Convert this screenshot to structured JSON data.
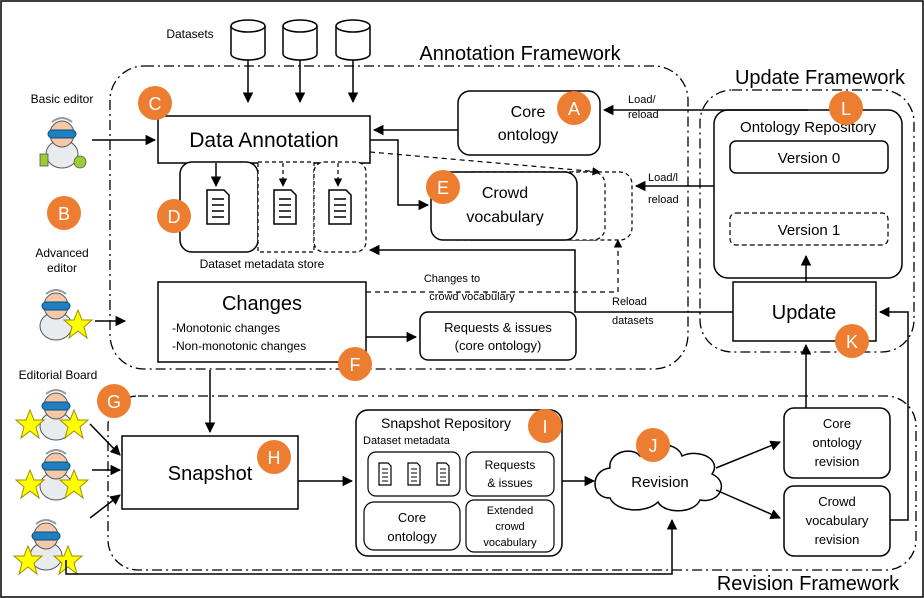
{
  "frameworks": {
    "annotation": "Annotation Framework",
    "update": "Update Framework",
    "revision": "Revision Framework"
  },
  "actors": {
    "datasets": "Datasets",
    "basic_editor": "Basic editor",
    "advanced_editor_line1": "Advanced",
    "advanced_editor_line2": "editor",
    "editorial_board": "Editorial Board"
  },
  "boxes": {
    "data_annotation": "Data Annotation",
    "core_ontology_line1": "Core",
    "core_ontology_line2": "ontology",
    "crowd_vocab_line1": "Crowd",
    "crowd_vocab_line2": "vocabulary",
    "dataset_metadata_store": "Dataset metadata store",
    "changes_title": "Changes",
    "changes_item1": "-Monotonic changes",
    "changes_item2": "-Non-monotonic changes",
    "requests_line1": "Requests & issues",
    "requests_line2": "(core ontology)",
    "ontology_repository": "Ontology Repository",
    "version0": "Version 0",
    "version1": "Version 1",
    "update": "Update",
    "snapshot": "Snapshot",
    "snapshot_repository": "Snapshot Repository",
    "snap_dataset_metadata": "Dataset metadata",
    "snap_requests_line1": "Requests",
    "snap_requests_line2": "& issues",
    "snap_core_line1": "Core",
    "snap_core_line2": "ontology",
    "snap_ext_line1": "Extended",
    "snap_ext_line2": "crowd",
    "snap_ext_line3": "vocabulary",
    "revision": "Revision",
    "core_rev_line1": "Core",
    "core_rev_line2": "ontology",
    "core_rev_line3": "revision",
    "crowd_rev_line1": "Crowd",
    "crowd_rev_line2": "vocabulary",
    "crowd_rev_line3": "revision"
  },
  "arrow_labels": {
    "load_reload_1a": "Load/",
    "load_reload_1b": "reload",
    "load_reload_2a": "Load/l",
    "load_reload_2b": "reload",
    "changes_to_1": "Changes to",
    "changes_to_2": "crowd vocabulary",
    "reload_datasets_1": "Reload",
    "reload_datasets_2": "datasets"
  },
  "markers": {
    "A": "A",
    "B": "B",
    "C": "C",
    "D": "D",
    "E": "E",
    "F": "F",
    "G": "G",
    "H": "H",
    "I": "I",
    "J": "J",
    "K": "K",
    "L": "L"
  },
  "colors": {
    "marker_fill": "#ED7D31",
    "marker_text": "#ffffff",
    "star_fill": "#FFFF00",
    "line": "#000000"
  }
}
